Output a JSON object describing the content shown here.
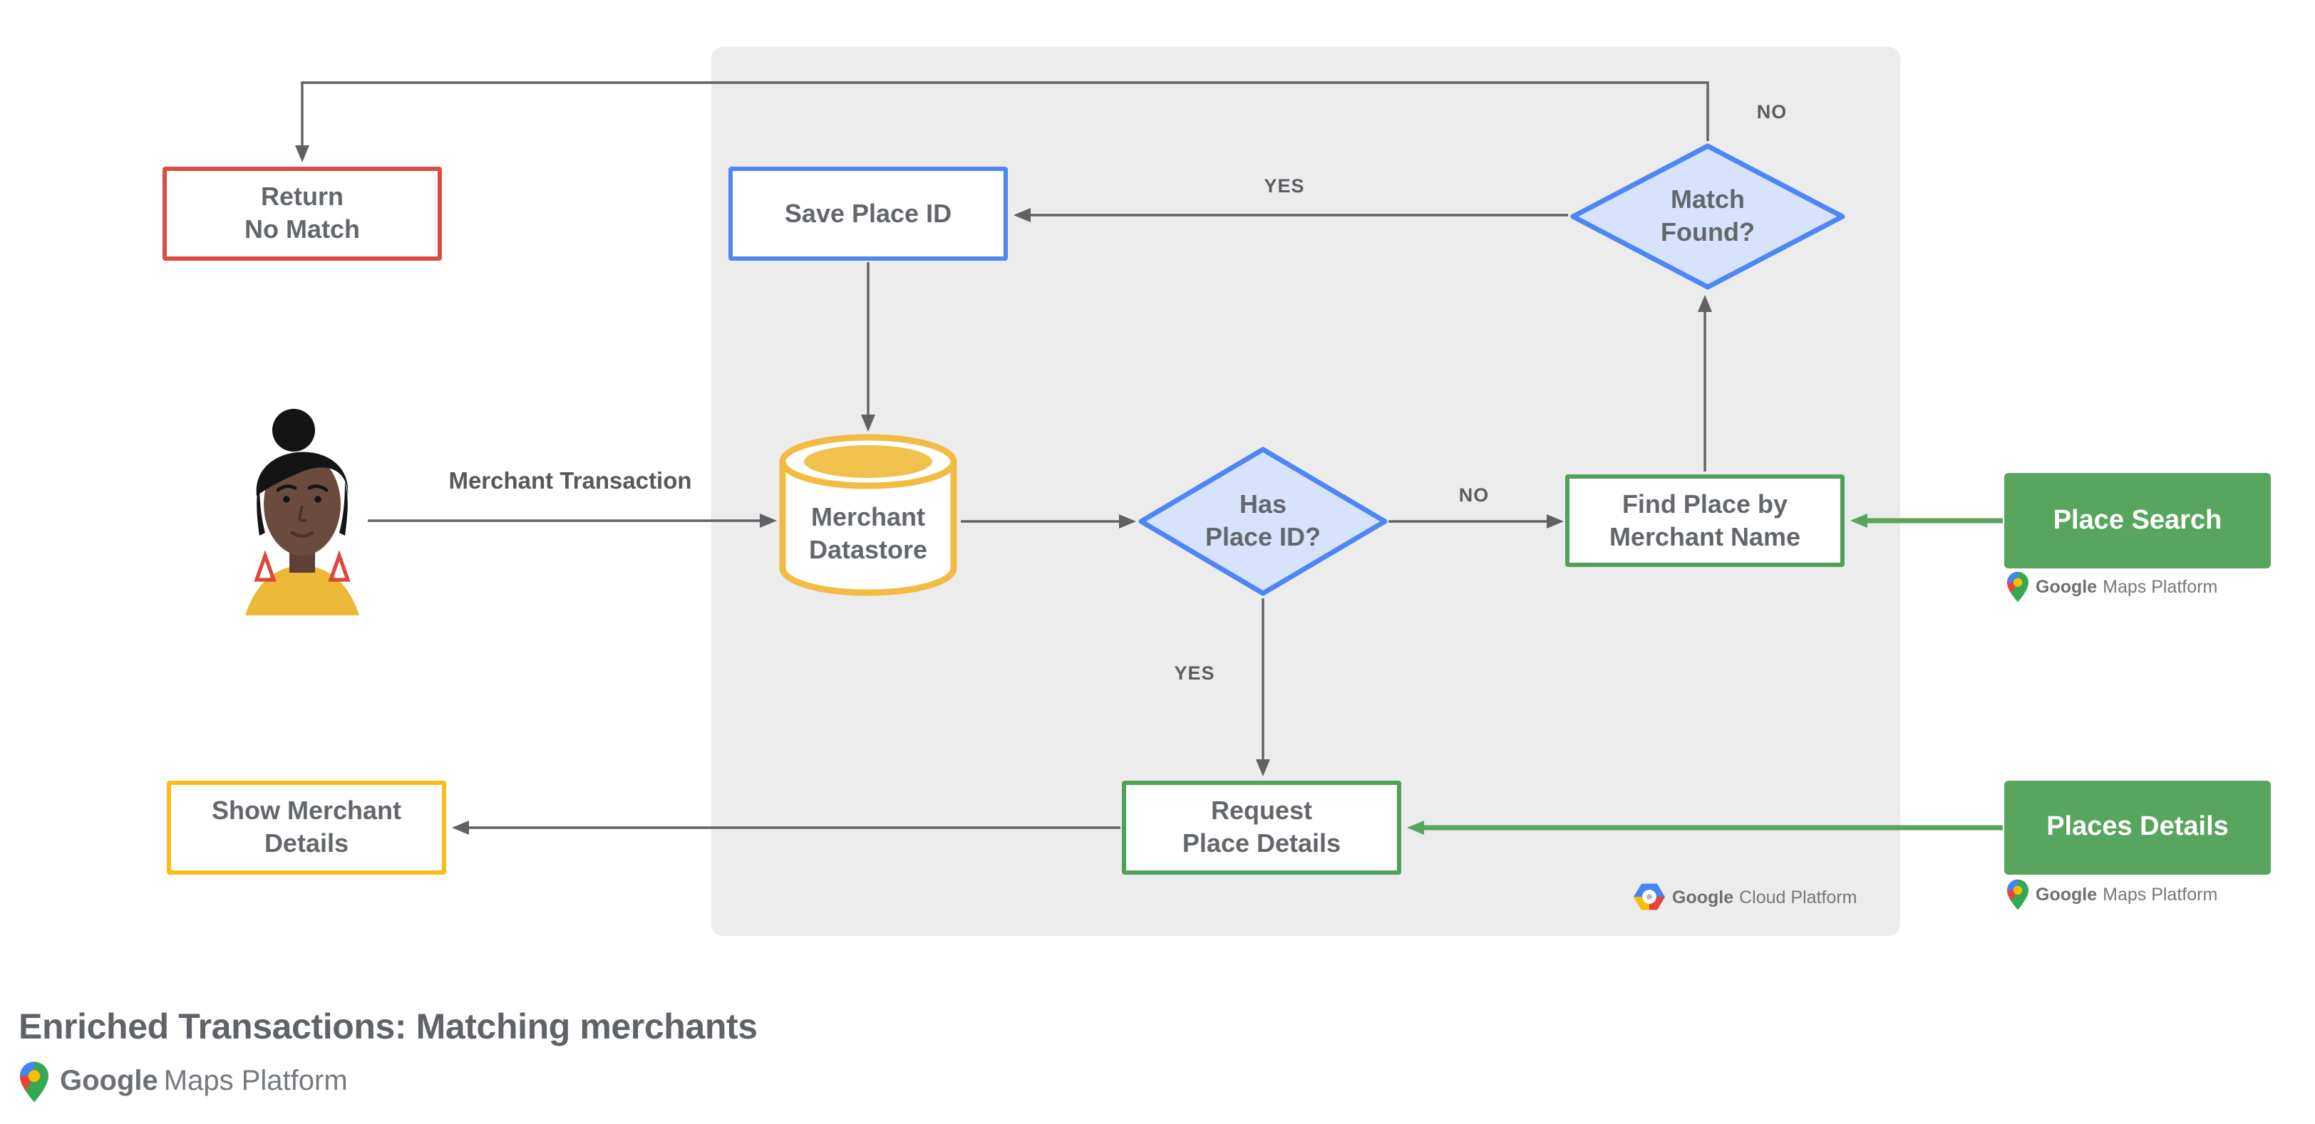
{
  "title": "Enriched Transactions: Matching merchants",
  "nodes": {
    "return_no_match": {
      "line1": "Return",
      "line2": "No Match",
      "border_color": "#DC4B3E"
    },
    "save_place_id": {
      "label": "Save Place ID",
      "border_color": "#4E86F6"
    },
    "match_found": {
      "line1": "Match",
      "line2": "Found?",
      "border_color": "#4E86F6",
      "fill": "#D7E3FC"
    },
    "merchant_datastore": {
      "line1": "Merchant",
      "line2": "Datastore",
      "border_color": "#F2BC42"
    },
    "has_place_id": {
      "line1": "Has",
      "line2": "Place ID?",
      "border_color": "#4E86F6",
      "fill": "#D7E3FC"
    },
    "find_place": {
      "line1": "Find Place by",
      "line2": "Merchant Name",
      "border_color": "#4FA157"
    },
    "request_place_details": {
      "line1": "Request",
      "line2": "Place Details",
      "border_color": "#4FA157"
    },
    "show_merchant_details": {
      "line1": "Show Merchant",
      "line2": "Details",
      "border_color": "#F9BB16"
    },
    "place_search": {
      "label": "Place Search",
      "fill": "#57A55E"
    },
    "places_details": {
      "label": "Places Details",
      "fill": "#57A55E"
    }
  },
  "arrow_labels": {
    "match_found_yes": "YES",
    "match_found_no": "NO",
    "has_place_id_no": "NO",
    "has_place_id_yes": "YES"
  },
  "annotations": {
    "merchant_transaction": "Merchant Transaction"
  },
  "logos": {
    "maps_platform": {
      "google": "Google",
      "product": "Maps Platform"
    },
    "cloud_platform": {
      "google": "Google",
      "product": "Cloud Platform"
    }
  },
  "icons": {
    "avatar": "person-avatar",
    "maps_pin": "google-maps-pin-icon",
    "cloud_hexagon": "google-cloud-hexagon-icon"
  },
  "colors": {
    "blue": "#4E86F6",
    "blue_fill": "#D7E3FC",
    "red": "#DC4B3E",
    "yellow": "#F9BB16",
    "gold": "#F2BC42",
    "gold_fill": "#F1C14D",
    "green": "#4FA157",
    "green_fill": "#57A55E",
    "panel_gray": "#ECECED",
    "arrow_gray": "#5F6164",
    "node_text": "#63676B",
    "title_text": "#5F6368"
  },
  "edges": [
    {
      "from": "merchant",
      "to": "merchant_datastore",
      "label": "Merchant Transaction"
    },
    {
      "from": "save_place_id",
      "to": "merchant_datastore",
      "label": ""
    },
    {
      "from": "merchant_datastore",
      "to": "has_place_id",
      "label": ""
    },
    {
      "from": "has_place_id",
      "to": "find_place",
      "label": "NO"
    },
    {
      "from": "has_place_id",
      "to": "request_place_details",
      "label": "YES"
    },
    {
      "from": "find_place",
      "to": "match_found",
      "label": ""
    },
    {
      "from": "match_found",
      "to": "save_place_id",
      "label": "YES"
    },
    {
      "from": "match_found",
      "to": "return_no_match",
      "label": "NO"
    },
    {
      "from": "place_search",
      "to": "find_place",
      "label": ""
    },
    {
      "from": "places_details",
      "to": "request_place_details",
      "label": ""
    },
    {
      "from": "request_place_details",
      "to": "show_merchant_details",
      "label": ""
    }
  ]
}
